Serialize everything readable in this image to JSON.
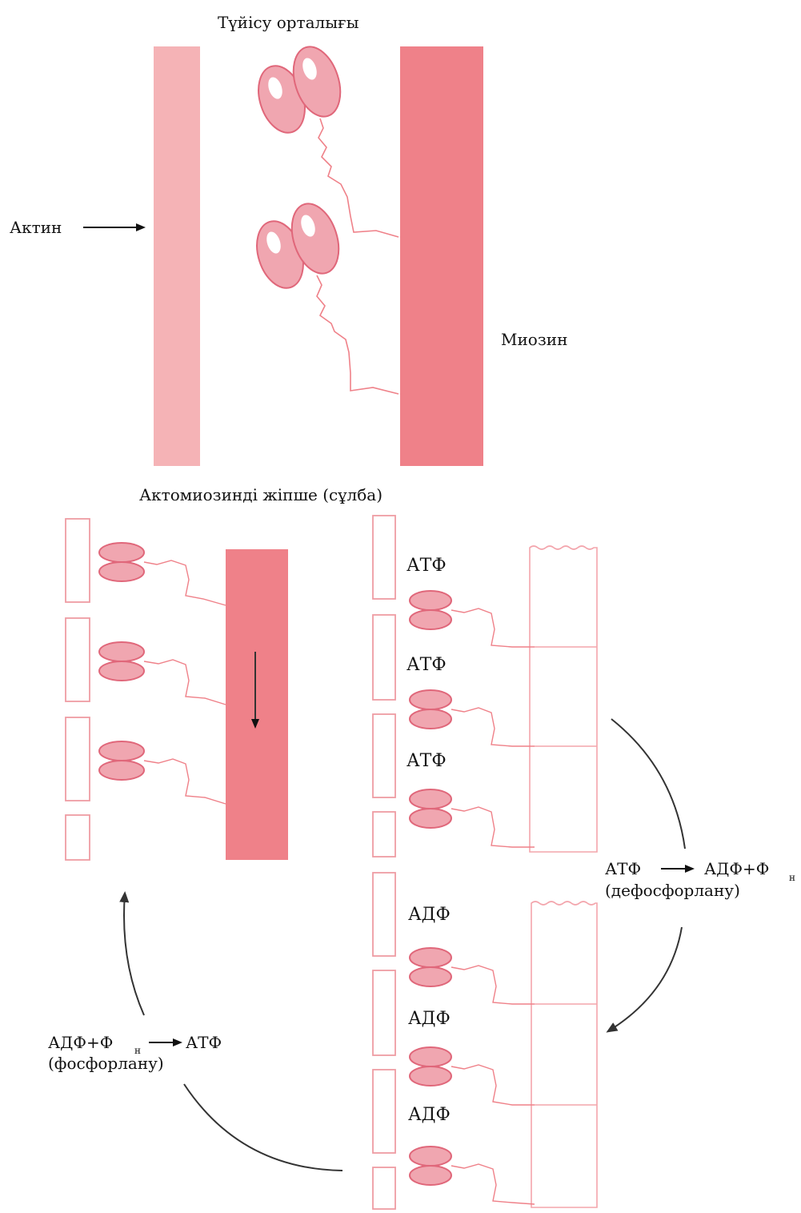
{
  "top": {
    "binding_center": "Түйісу  орталығы",
    "actin": "Актин",
    "myosin": "Миозин",
    "caption": "Актомиозинді    жіпше   (сұлба)"
  },
  "right_column": {
    "atp_labels": [
      "АТФ",
      "АТФ",
      "АТФ"
    ],
    "adp_labels": [
      "АДФ",
      "АДФ",
      "АДФ"
    ]
  },
  "reactions": {
    "dephos_eq_left": "АТФ",
    "dephos_eq_right": "АДФ+Ф",
    "dephos_sub": "н",
    "dephos_name": "(дефосфорлану)",
    "phos_eq_left": "АДФ+Ф",
    "phos_sub": "н",
    "phos_eq_right": "АТФ",
    "phos_name": "(фосфорлану)"
  },
  "colors": {
    "actin_fill": "#f5b3b6",
    "myosin_fill": "#ef8189",
    "head_fill": "#f0a6b0",
    "head_stroke": "#e0677a",
    "outline": "#ef9ca3",
    "arrow": "#333333"
  }
}
